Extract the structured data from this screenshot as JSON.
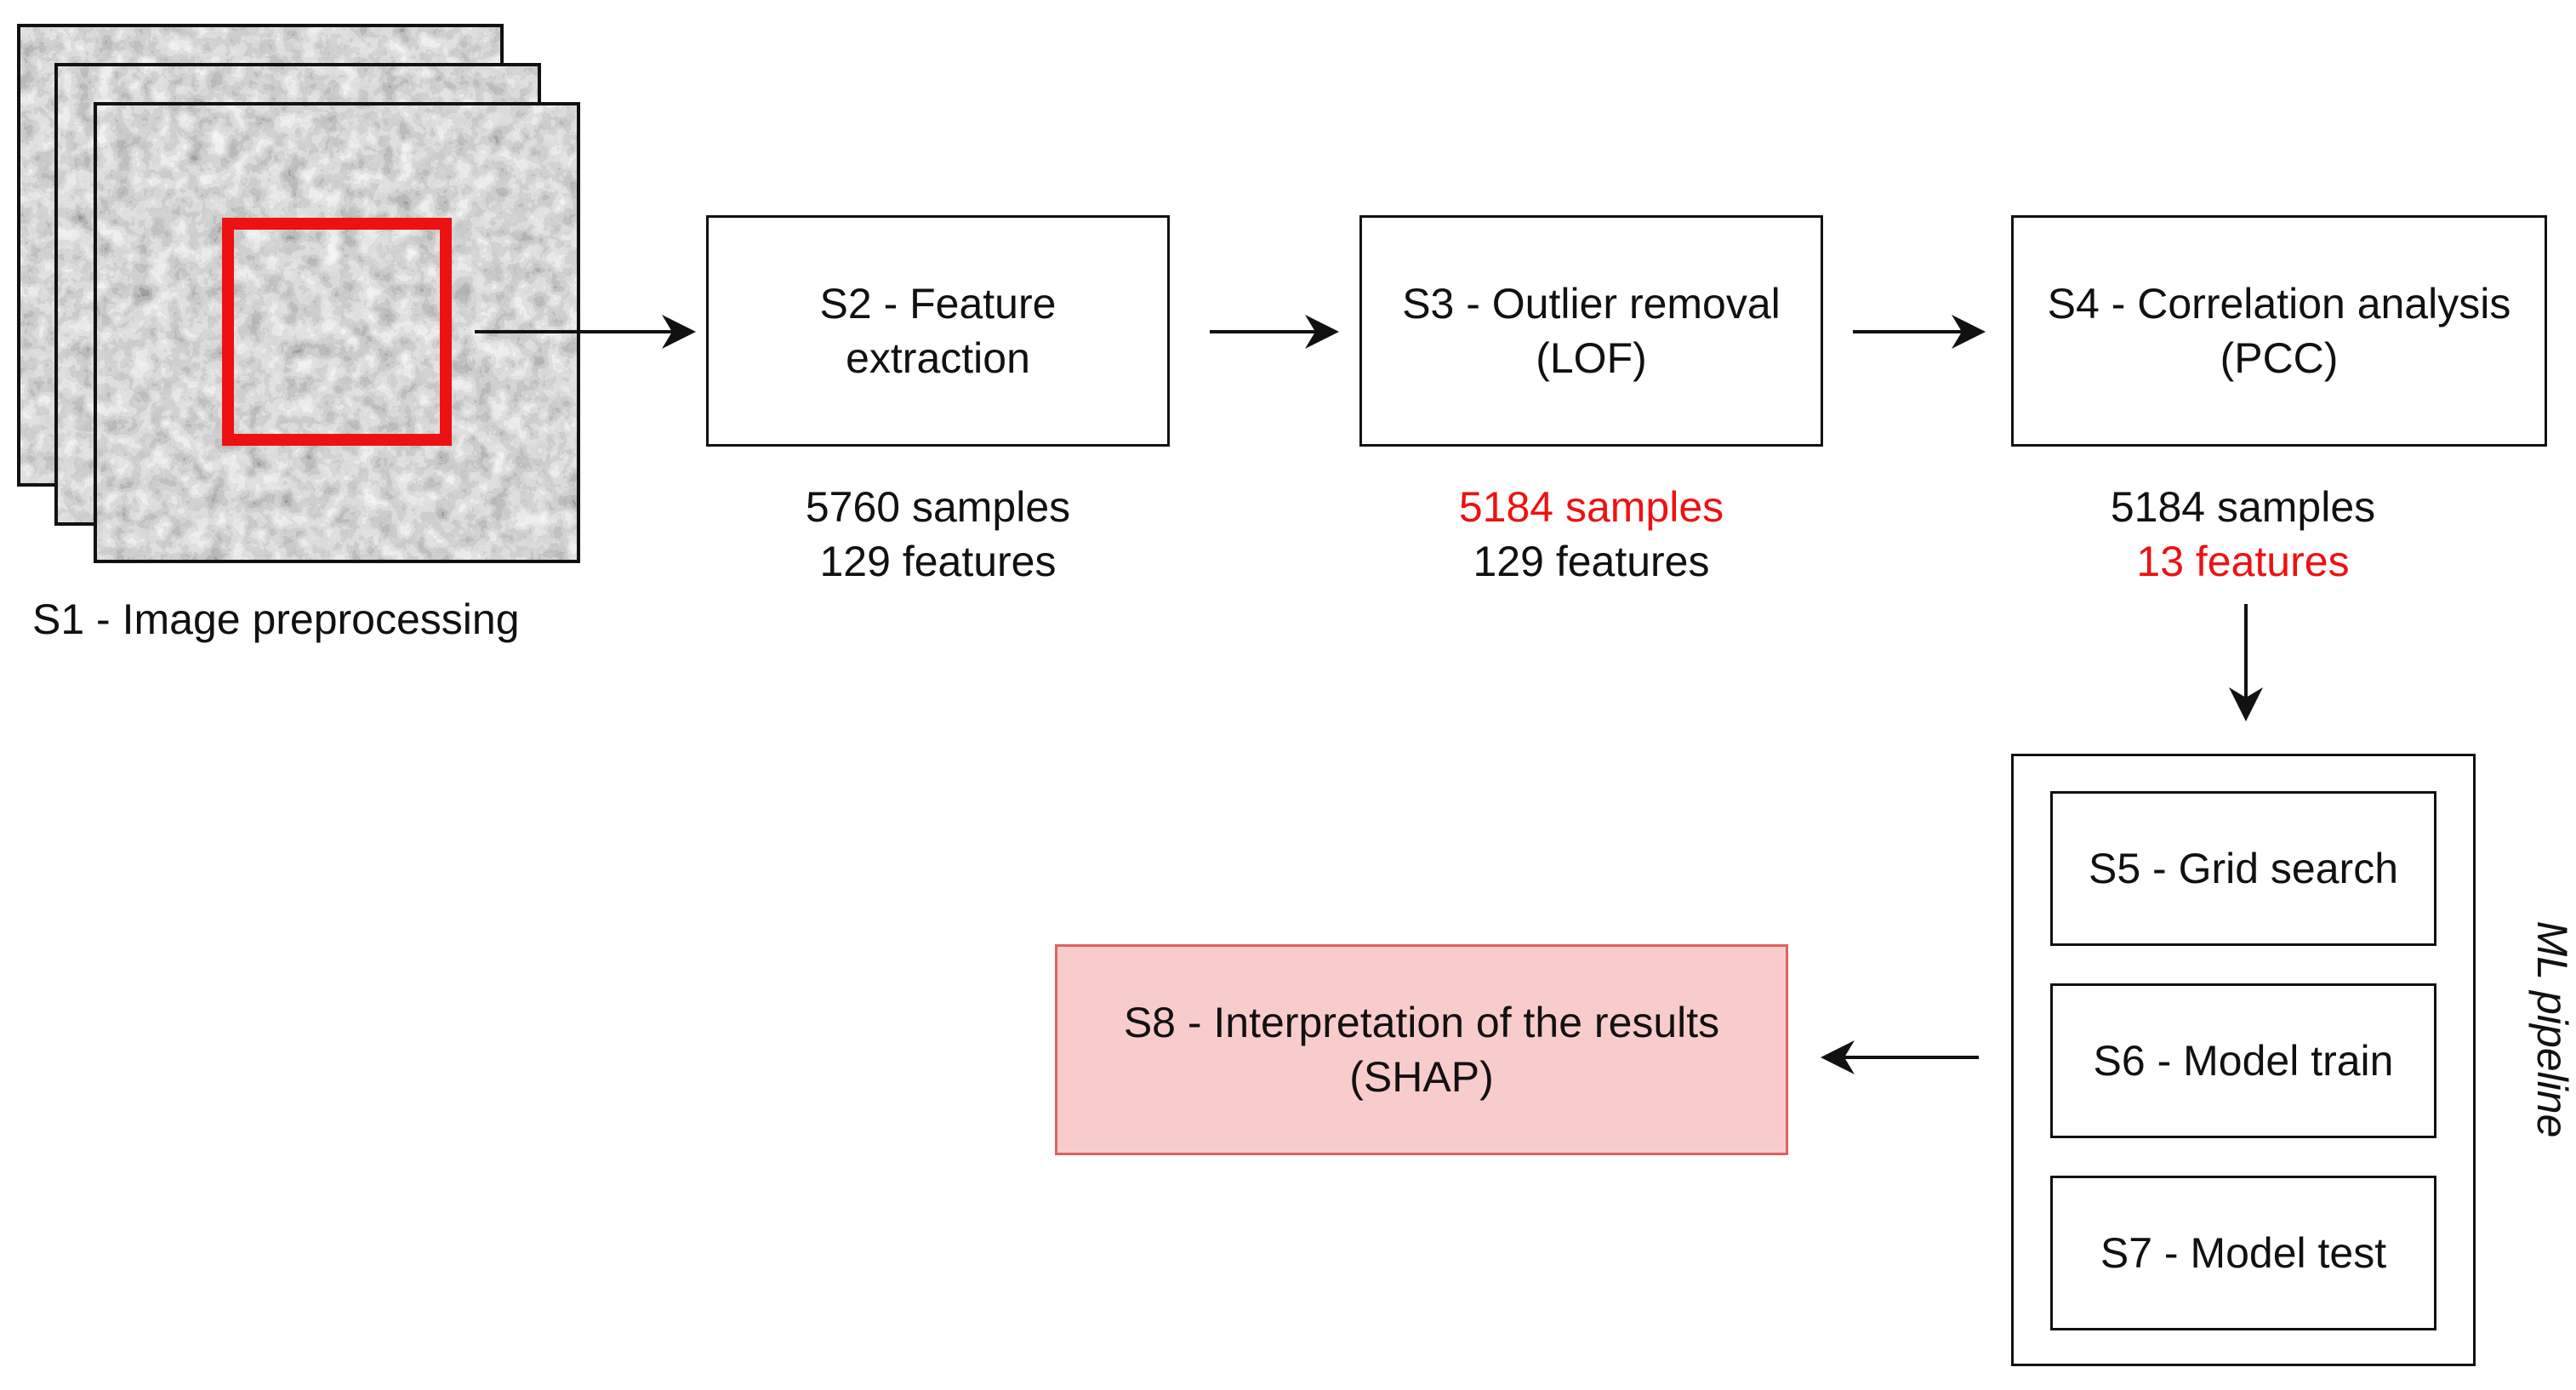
{
  "steps": {
    "s1": {
      "label": "S1 - Image preprocessing"
    },
    "s2": {
      "line1": "S2 - Feature",
      "line2": "extraction",
      "samples": "5760 samples",
      "features": "129 features"
    },
    "s3": {
      "line1": "S3 - Outlier removal",
      "line2": "(LOF)",
      "samples": "5184 samples",
      "features": "129 features"
    },
    "s4": {
      "line1": "S4 - Correlation analysis",
      "line2": "(PCC)",
      "samples": "5184 samples",
      "features": "13 features"
    },
    "s5": {
      "label": "S5 - Grid search"
    },
    "s6": {
      "label": "S6 - Model train"
    },
    "s7": {
      "label": "S7 - Model test"
    },
    "s8": {
      "line1": "S8 - Interpretation of the results",
      "line2": "(SHAP)"
    }
  },
  "pipeline_label": "ML pipeline",
  "colors": {
    "highlight_red": "#ee1111",
    "s8_fill": "#f9cccc",
    "s8_border": "#e06060",
    "stroke": "#111111"
  }
}
